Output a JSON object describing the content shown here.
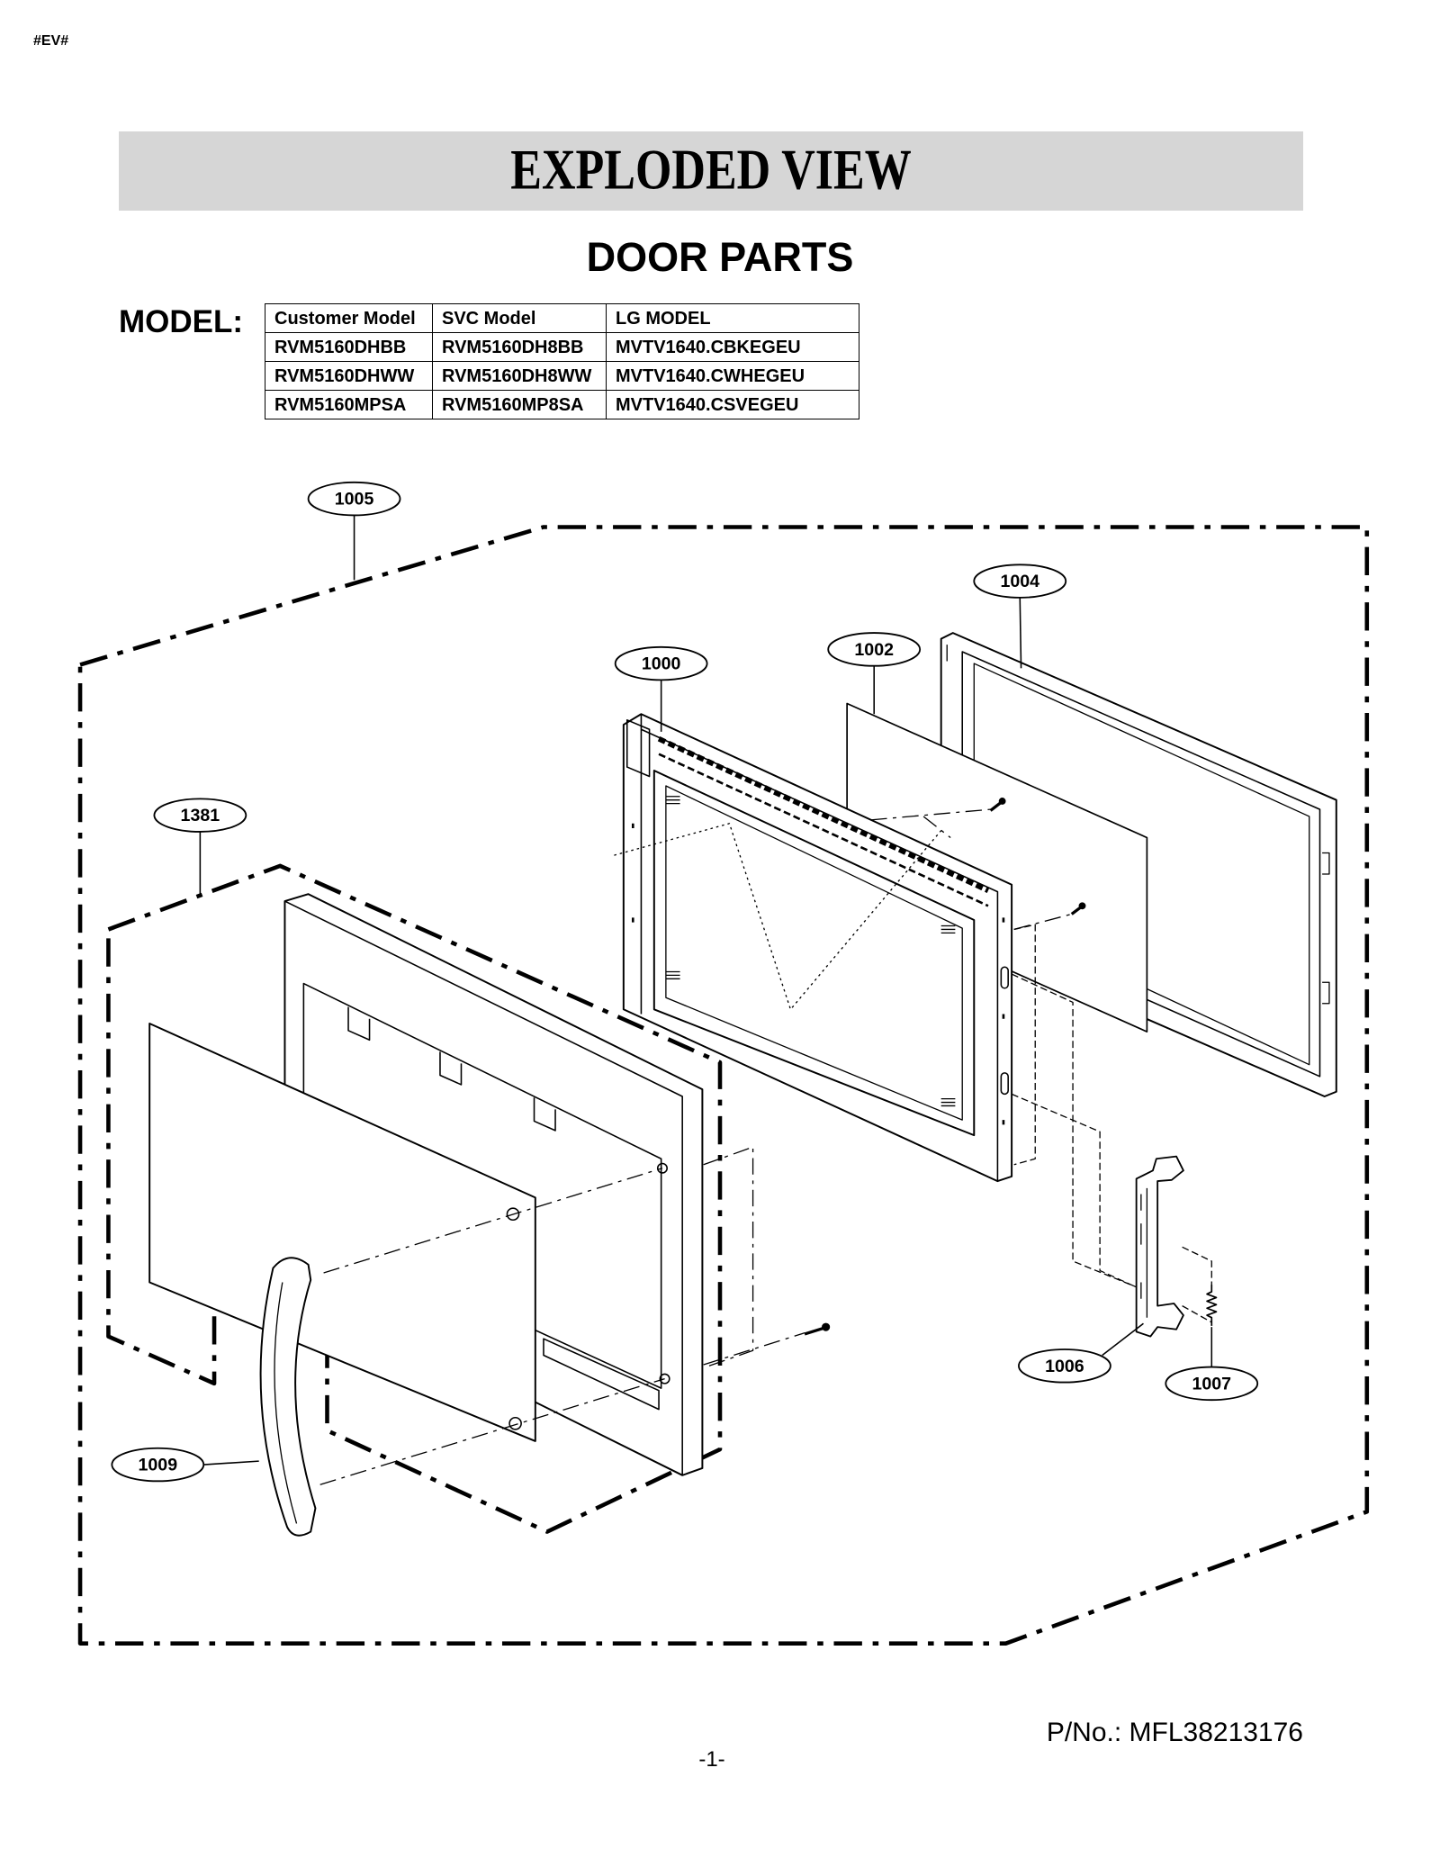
{
  "page": {
    "header_tag": "#EV#",
    "part_number": "P/No.: MFL38213176",
    "page_number": "-1-"
  },
  "title": "EXPLODED VIEW",
  "subtitle": "DOOR PARTS",
  "model": {
    "label": "MODEL:",
    "table": {
      "headers": [
        "Customer Model",
        "SVC Model",
        "LG MODEL"
      ],
      "rows": [
        [
          "RVM5160DHBB",
          "RVM5160DH8BB",
          "MVTV1640.CBKEGEU"
        ],
        [
          "RVM5160DHWW",
          "RVM5160DH8WW",
          "MVTV1640.CWHEGEU"
        ],
        [
          "RVM5160MPSA",
          "RVM5160MP8SA",
          "MVTV1640.CSVEGEU"
        ]
      ]
    }
  },
  "callouts": [
    "1005",
    "1004",
    "1002",
    "1000",
    "1381",
    "1006",
    "1007",
    "1009"
  ],
  "colors": {
    "title_band": "#d6d6d6",
    "line": "#000000"
  }
}
